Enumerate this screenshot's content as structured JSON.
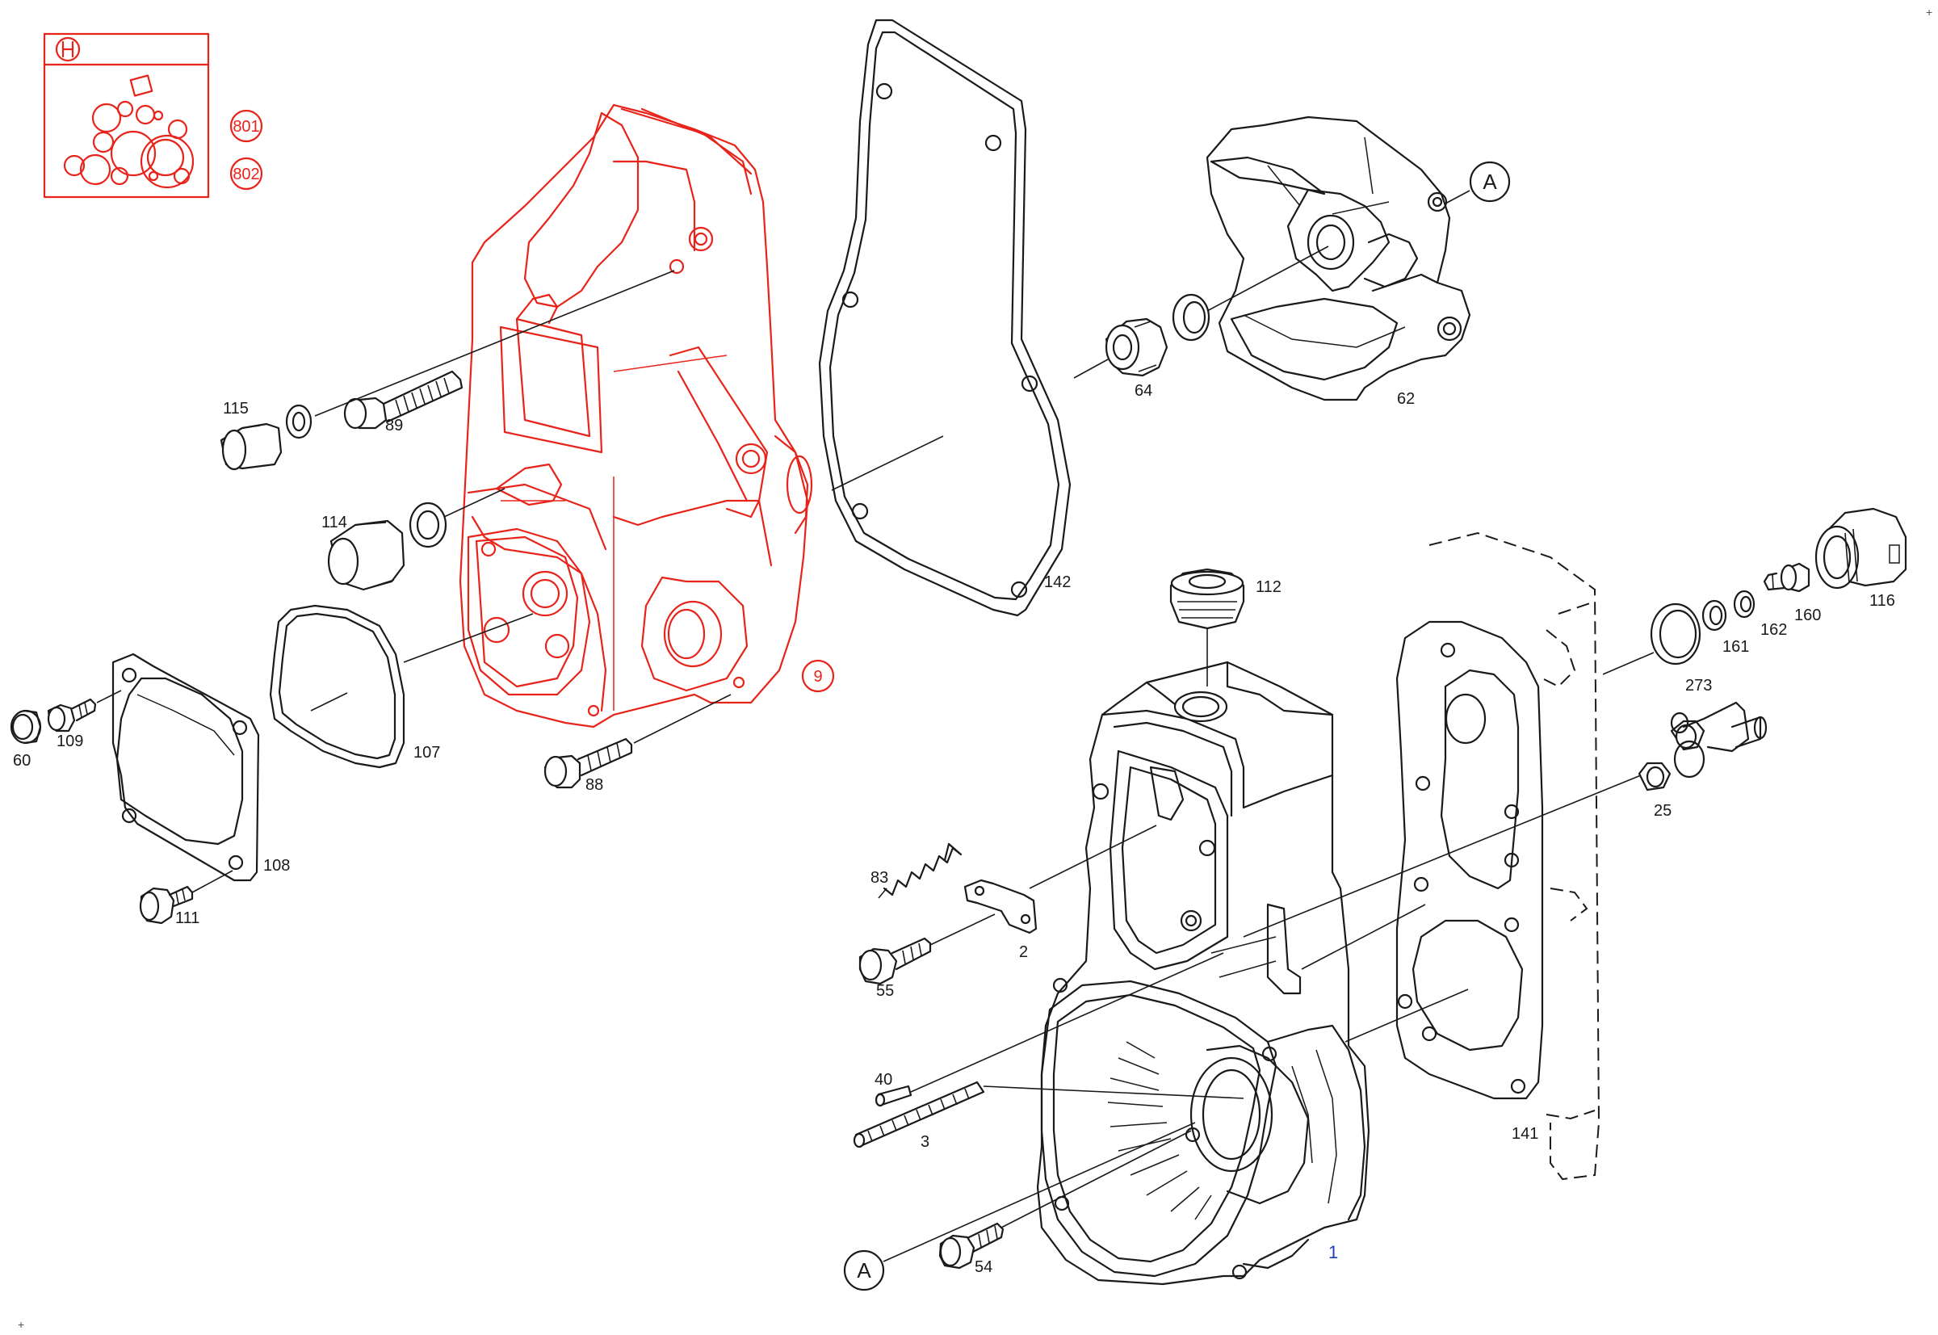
{
  "colors": {
    "line": "#1a1a1a",
    "highlight_red": "#e8231a",
    "main_part_blue": "#1f3fbf",
    "background": "#ffffff"
  },
  "icons": {
    "brand_logo": "bosch-logo-icon",
    "kit_symbol": "seal-kit-icon"
  },
  "kit_refs": [
    "801",
    "802"
  ],
  "callouts": {
    "view_a_top": "A",
    "view_a_bottom": "A"
  },
  "labels": {
    "p1": "1",
    "p2": "2",
    "p3": "3",
    "p9": "9",
    "p25": "25",
    "p40": "40",
    "p54": "54",
    "p55": "55",
    "p60": "60",
    "p62": "62",
    "p64": "64",
    "p83": "83",
    "p88": "88",
    "p89": "89",
    "p107": "107",
    "p108": "108",
    "p109": "109",
    "p111": "111",
    "p112": "112",
    "p114": "114",
    "p115": "115",
    "p116": "116",
    "p141": "141",
    "p142": "142",
    "p160": "160",
    "p161": "161",
    "p162": "162",
    "p273": "273"
  }
}
